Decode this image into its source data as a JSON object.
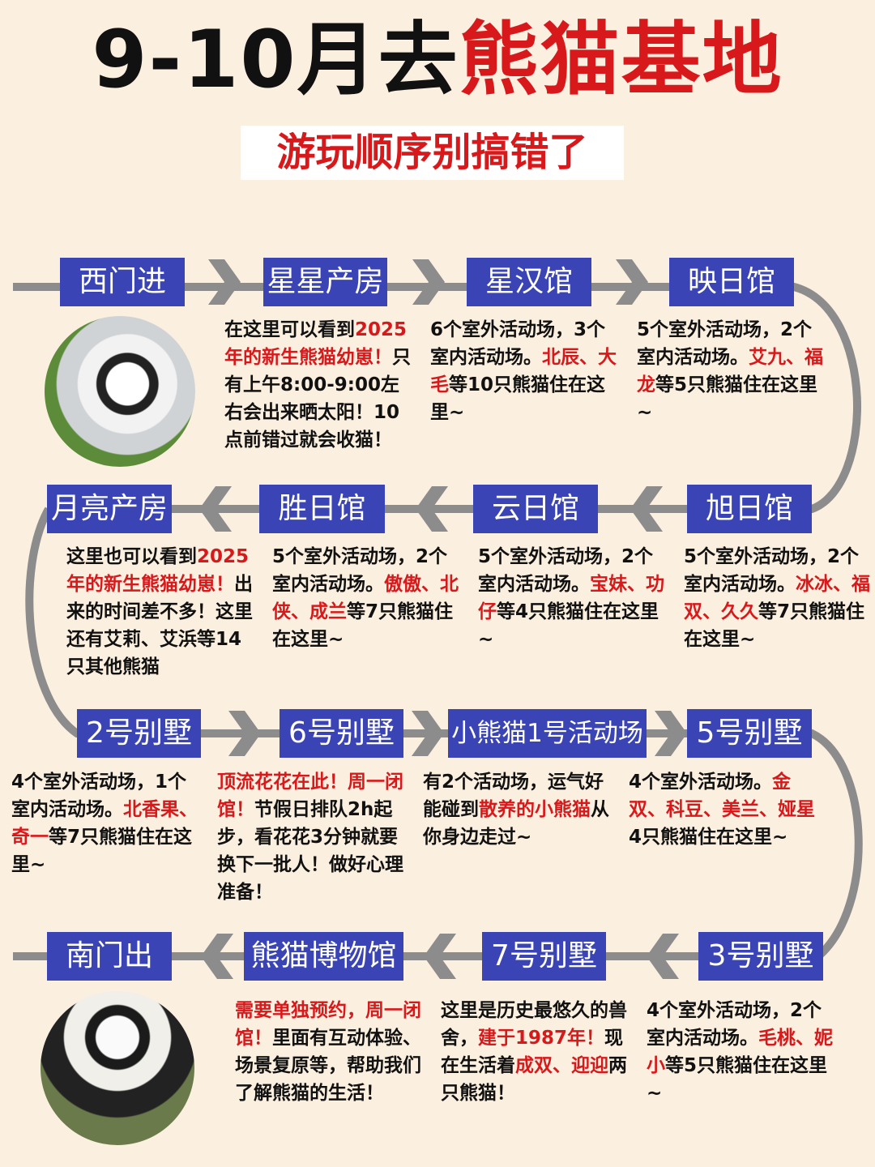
{
  "title": {
    "black": "9-10月去",
    "red": "熊猫基地"
  },
  "subtitle": "游玩顺序别搞错了",
  "colors": {
    "label_bg": "#3a44b5",
    "highlight": "#d7191c",
    "line": "#8c8c8c",
    "background": "#fbefdf"
  },
  "stops": [
    {
      "label": "西门进",
      "desc": []
    },
    {
      "label": "星星产房",
      "desc": [
        {
          "t": "在这里可以看到"
        },
        {
          "t": "2025年的新生熊猫幼崽！",
          "red": true
        },
        {
          "t": "只有上午8:00-9:00左右会出来晒太阳！10点前错过就会收猫！"
        }
      ]
    },
    {
      "label": "星汉馆",
      "desc": [
        {
          "t": "6个室外活动场，3个室内活动场。"
        },
        {
          "t": "北辰、大毛",
          "red": true
        },
        {
          "t": "等10只熊猫住在这里~"
        }
      ]
    },
    {
      "label": "映日馆",
      "desc": [
        {
          "t": "5个室外活动场，2个室内活动场。"
        },
        {
          "t": "艾九、福龙",
          "red": true
        },
        {
          "t": "等5只熊猫住在这里~"
        }
      ]
    },
    {
      "label": "旭日馆",
      "desc": [
        {
          "t": "5个室外活动场，2个室内活动场。"
        },
        {
          "t": "冰冰、福双、久久",
          "red": true
        },
        {
          "t": "等7只熊猫住在这里~"
        }
      ]
    },
    {
      "label": "云日馆",
      "desc": [
        {
          "t": "5个室外活动场，2个室内活动场。"
        },
        {
          "t": "宝妹、功仔",
          "red": true
        },
        {
          "t": "等4只熊猫住在这里~"
        }
      ]
    },
    {
      "label": "胜日馆",
      "desc": [
        {
          "t": "5个室外活动场，2个室内活动场。"
        },
        {
          "t": "傲傲、北侠、成兰",
          "red": true
        },
        {
          "t": "等7只熊猫住在这里~"
        }
      ]
    },
    {
      "label": "月亮产房",
      "desc": [
        {
          "t": "这里也可以看到"
        },
        {
          "t": "2025年的新生熊猫幼崽！",
          "red": true
        },
        {
          "t": "出来的时间差不多！这里还有艾莉、艾浜等14只其他熊猫"
        }
      ]
    },
    {
      "label": "2号别墅",
      "desc": [
        {
          "t": "4个室外活动场，1个室内活动场。"
        },
        {
          "t": "北香果、奇一",
          "red": true
        },
        {
          "t": "等7只熊猫住在这里~"
        }
      ]
    },
    {
      "label": "6号别墅",
      "desc": [
        {
          "t": "顶流花花在此！周一闭馆！",
          "red": true
        },
        {
          "t": "节假日排队2h起步，看花花3分钟就要换下一批人！做好心理准备！"
        }
      ]
    },
    {
      "label": "小熊猫1号活动场",
      "desc": [
        {
          "t": "有2个活动场，运气好能碰到"
        },
        {
          "t": "散养的小熊猫",
          "red": true
        },
        {
          "t": "从你身边走过~"
        }
      ]
    },
    {
      "label": "5号别墅",
      "desc": [
        {
          "t": "4个室外活动场。"
        },
        {
          "t": "金双、科豆、美兰、娅星",
          "red": true
        },
        {
          "t": "4只熊猫住在这里~"
        }
      ]
    },
    {
      "label": "3号别墅",
      "desc": [
        {
          "t": "4个室外活动场，2个室内活动场。"
        },
        {
          "t": "毛桃、妮小",
          "red": true
        },
        {
          "t": "等5只熊猫住在这里~"
        }
      ]
    },
    {
      "label": "7号别墅",
      "desc": [
        {
          "t": "这里是历史最悠久的兽舍，"
        },
        {
          "t": "建于1987年！",
          "red": true
        },
        {
          "t": "现在生活着"
        },
        {
          "t": "成双、迎迎",
          "red": true
        },
        {
          "t": "两只熊猫！"
        }
      ]
    },
    {
      "label": "熊猫博物馆",
      "desc": [
        {
          "t": "需要单独预约，周一闭馆！",
          "red": true
        },
        {
          "t": "里面有互动体验、场景复原等，帮助我们了解熊猫的生活！"
        }
      ]
    },
    {
      "label": "南门出",
      "desc": []
    }
  ]
}
